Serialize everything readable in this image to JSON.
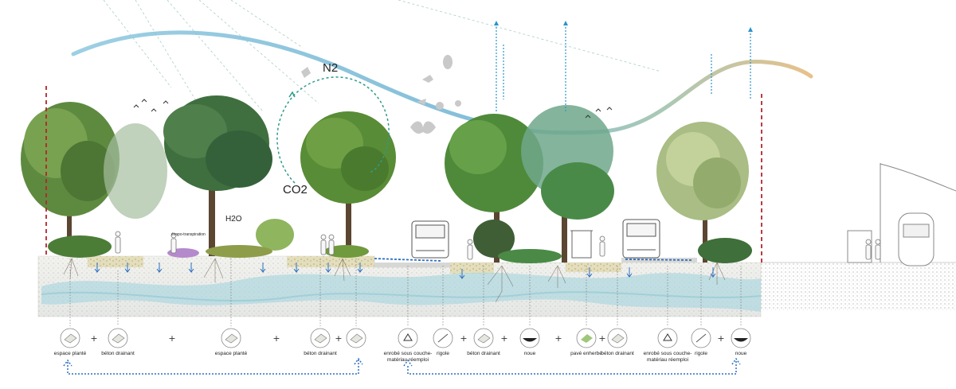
{
  "annotations": {
    "n2": "N2",
    "co2": "CO2",
    "h2o": "H2O",
    "evapo": "évapo-transpiration"
  },
  "legend": [
    {
      "label": "espace planté",
      "icon": "planted-space-icon"
    },
    {
      "label": "béton drainant",
      "icon": "draining-concrete-icon"
    },
    {
      "label": "espace planté",
      "icon": "planted-space-icon"
    },
    {
      "label": "béton drainant",
      "icon": "draining-concrete-icon"
    },
    {
      "label": "",
      "icon": "planted-space-icon"
    },
    {
      "label": "enrobé sous couche-matériau réemploi",
      "line1": "enrobé sous couche-",
      "line2": "matériau réemploi",
      "icon": "recycle-icon"
    },
    {
      "label": "rigole",
      "icon": "gutter-icon"
    },
    {
      "label": "béton drainant",
      "icon": "draining-concrete-icon"
    },
    {
      "label": "noue",
      "icon": "swale-icon"
    },
    {
      "label": "pavé enherbé",
      "icon": "grass-paver-icon"
    },
    {
      "label": "béton drainant",
      "icon": "draining-concrete-icon"
    },
    {
      "label": "enrobé sous couche-matériau réemploi",
      "line1": "enrobé sous couche-",
      "line2": "matériau réemploi",
      "icon": "recycle-icon"
    },
    {
      "label": "rigole",
      "icon": "gutter-icon"
    },
    {
      "label": "noue",
      "icon": "swale-icon"
    }
  ],
  "operators": [
    "+",
    "+",
    "+",
    "+",
    "+",
    "+",
    "+",
    "+",
    "+"
  ],
  "colors": {
    "flow_blue": "#2b7fc4",
    "dashed_red": "#b3262b",
    "water_layer": "#a9d6df",
    "sky_curve_blue": "#8cc7de",
    "sky_curve_orange": "#e4b676"
  }
}
